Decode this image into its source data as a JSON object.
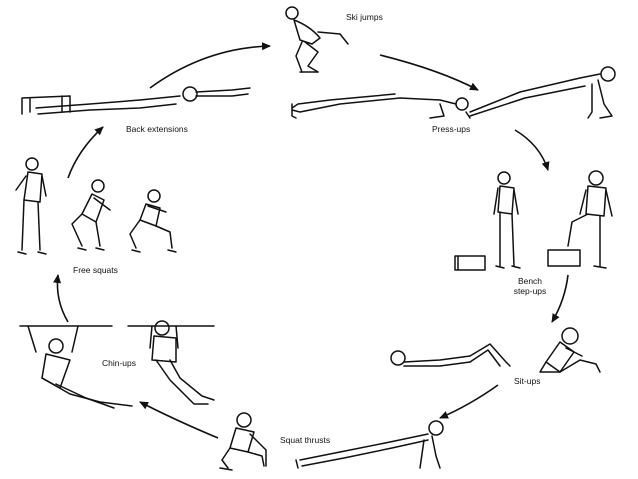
{
  "diagram": {
    "labels": {
      "ski_jumps": "Ski jumps",
      "press_ups": "Press-ups",
      "bench_step_ups_line1": "Bench",
      "bench_step_ups_line2": "step-ups",
      "sit_ups": "Sit-ups",
      "squat_thrusts": "Squat thrusts",
      "chin_ups": "Chin-ups",
      "free_squats": "Free squats",
      "back_extensions": "Back extensions"
    },
    "colors": {
      "ink": "#111111",
      "background": "#ffffff"
    }
  }
}
